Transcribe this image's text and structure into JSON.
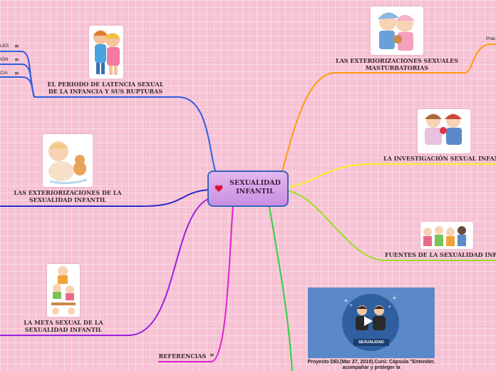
{
  "central": {
    "title": "SEXUALIDAD INFANTIL",
    "icon": "heart-icon"
  },
  "branches": {
    "latency": "EL PERIODO DE LATENCIA SEXUAL DE LA INFANCIA Y SUS RUPTURAS",
    "exteriorizations": "LAS EXTERIORIZACIONES DE LA SEXUALIDAD INFANTIL",
    "sexual_goal": "LA META SEXUAL DE LA SEXUALIDAD INFANTIL",
    "references": "REFERENCIAS",
    "masturbatory": "LAS EXTERIORIZACIONES SEXUALES MASTURBATORIAS",
    "investigation": "LA INVESTIGACIÓN SEXUAL INFANT",
    "sources": "FUENTES DE LA SEXUALIDAD INFAN"
  },
  "subtopics_left": [
    "LES",
    "IÓN",
    "CIA"
  ],
  "subtopic_right": "Prác",
  "video": {
    "badge": "SEXUALIDAD",
    "caption": "Proyecto DEI.(Mar 27, 2019).Curú: Cápsula \"Entender, acompañar y proteger la"
  },
  "colors": {
    "background": "#f6c2d4",
    "blue": "#2f5fe0",
    "navy": "#2a2ac8",
    "purple": "#9a20e0",
    "magenta": "#e020d0",
    "orange": "#ff9a10",
    "yellow": "#f8f020",
    "lime": "#9ae020",
    "green": "#30d040"
  }
}
